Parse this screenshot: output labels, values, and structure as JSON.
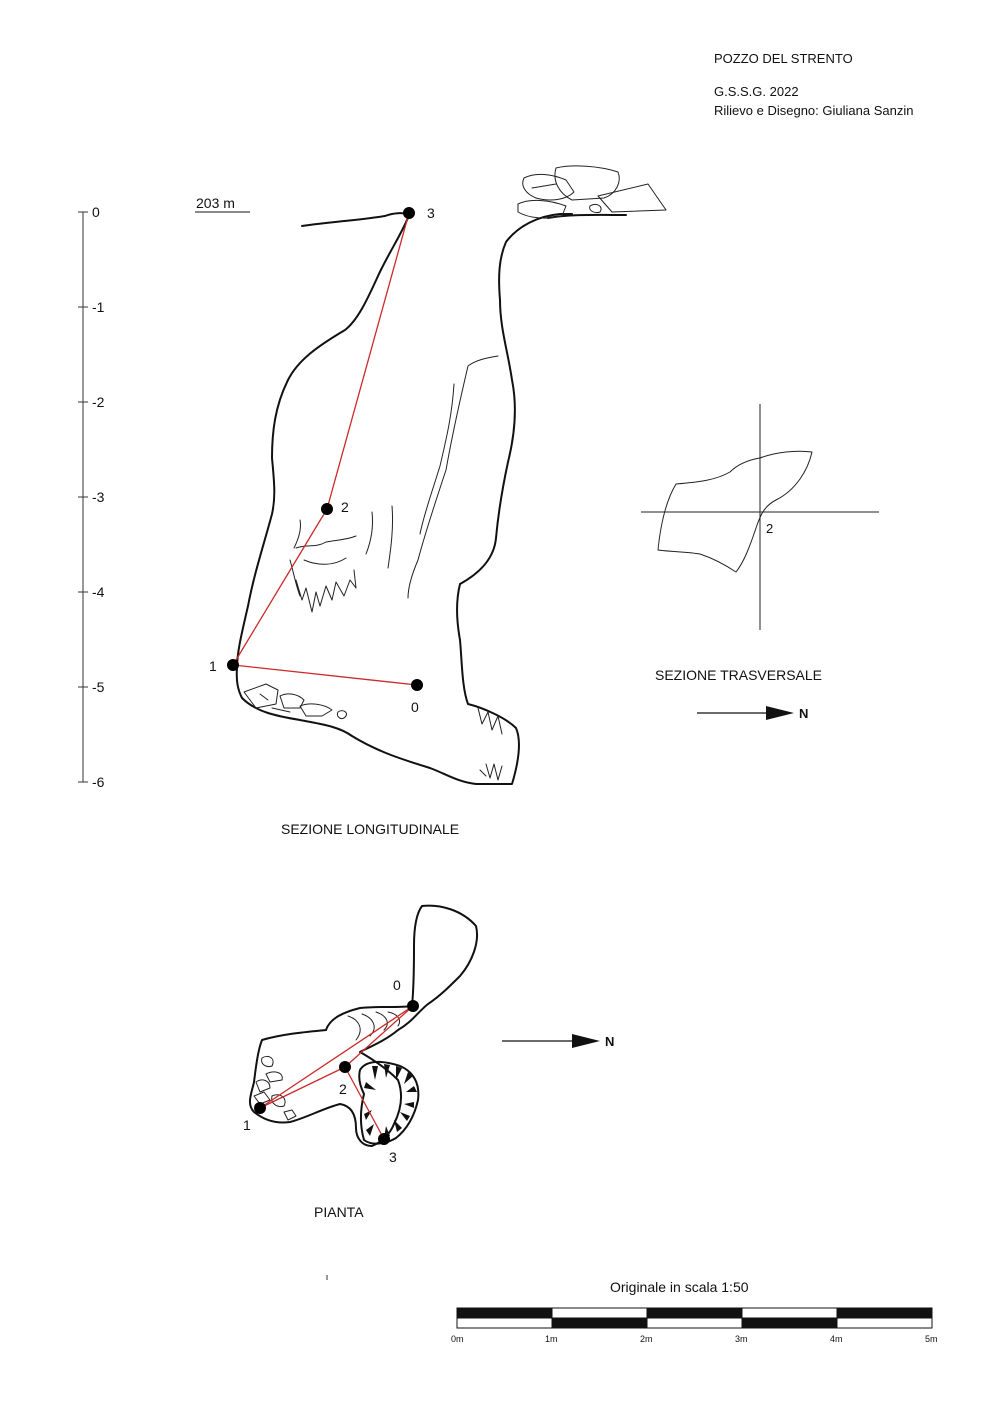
{
  "header": {
    "cave_name": "POZZO DEL STRENTO",
    "group_year": "G.S.S.G. 2022",
    "credits": "Rilievo e Disegno: Giuliana Sanzin"
  },
  "longitudinal": {
    "title": "SEZIONE LONGITUDINALE",
    "altitude": "203 m",
    "depth_ticks": [
      "0",
      "-1",
      "-2",
      "-3",
      "-4",
      "-5",
      "-6"
    ],
    "stations": [
      "0",
      "1",
      "2",
      "3"
    ]
  },
  "transverse": {
    "title": "SEZIONE TRASVERSALE",
    "station": "2",
    "north": "N"
  },
  "plan": {
    "title": "PIANTA",
    "stations": [
      "0",
      "1",
      "2",
      "3"
    ],
    "north": "N"
  },
  "scale": {
    "caption": "Originale in scala 1:50",
    "ticks": [
      "0m",
      "1m",
      "2m",
      "3m",
      "4m",
      "5m"
    ]
  }
}
